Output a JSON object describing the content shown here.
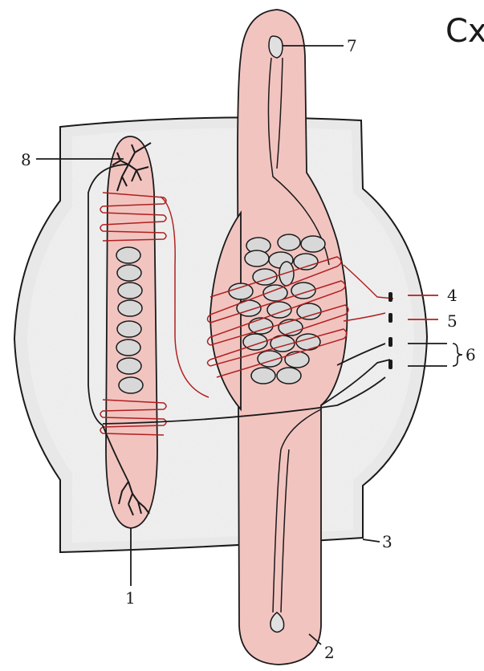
{
  "title": "Сх",
  "labels": {
    "l1": "1",
    "l2": "2",
    "l3": "3",
    "l4": "4",
    "l5": "5",
    "l6": "6",
    "l7": "7",
    "l8": "8"
  },
  "colors": {
    "fiber_pink": "#f2c4c0",
    "capsule_fill": "#e9e9e9",
    "outline": "#1a1a1a",
    "red_wire": "#b02020",
    "nucleus_fill": "#d8d8d8"
  }
}
